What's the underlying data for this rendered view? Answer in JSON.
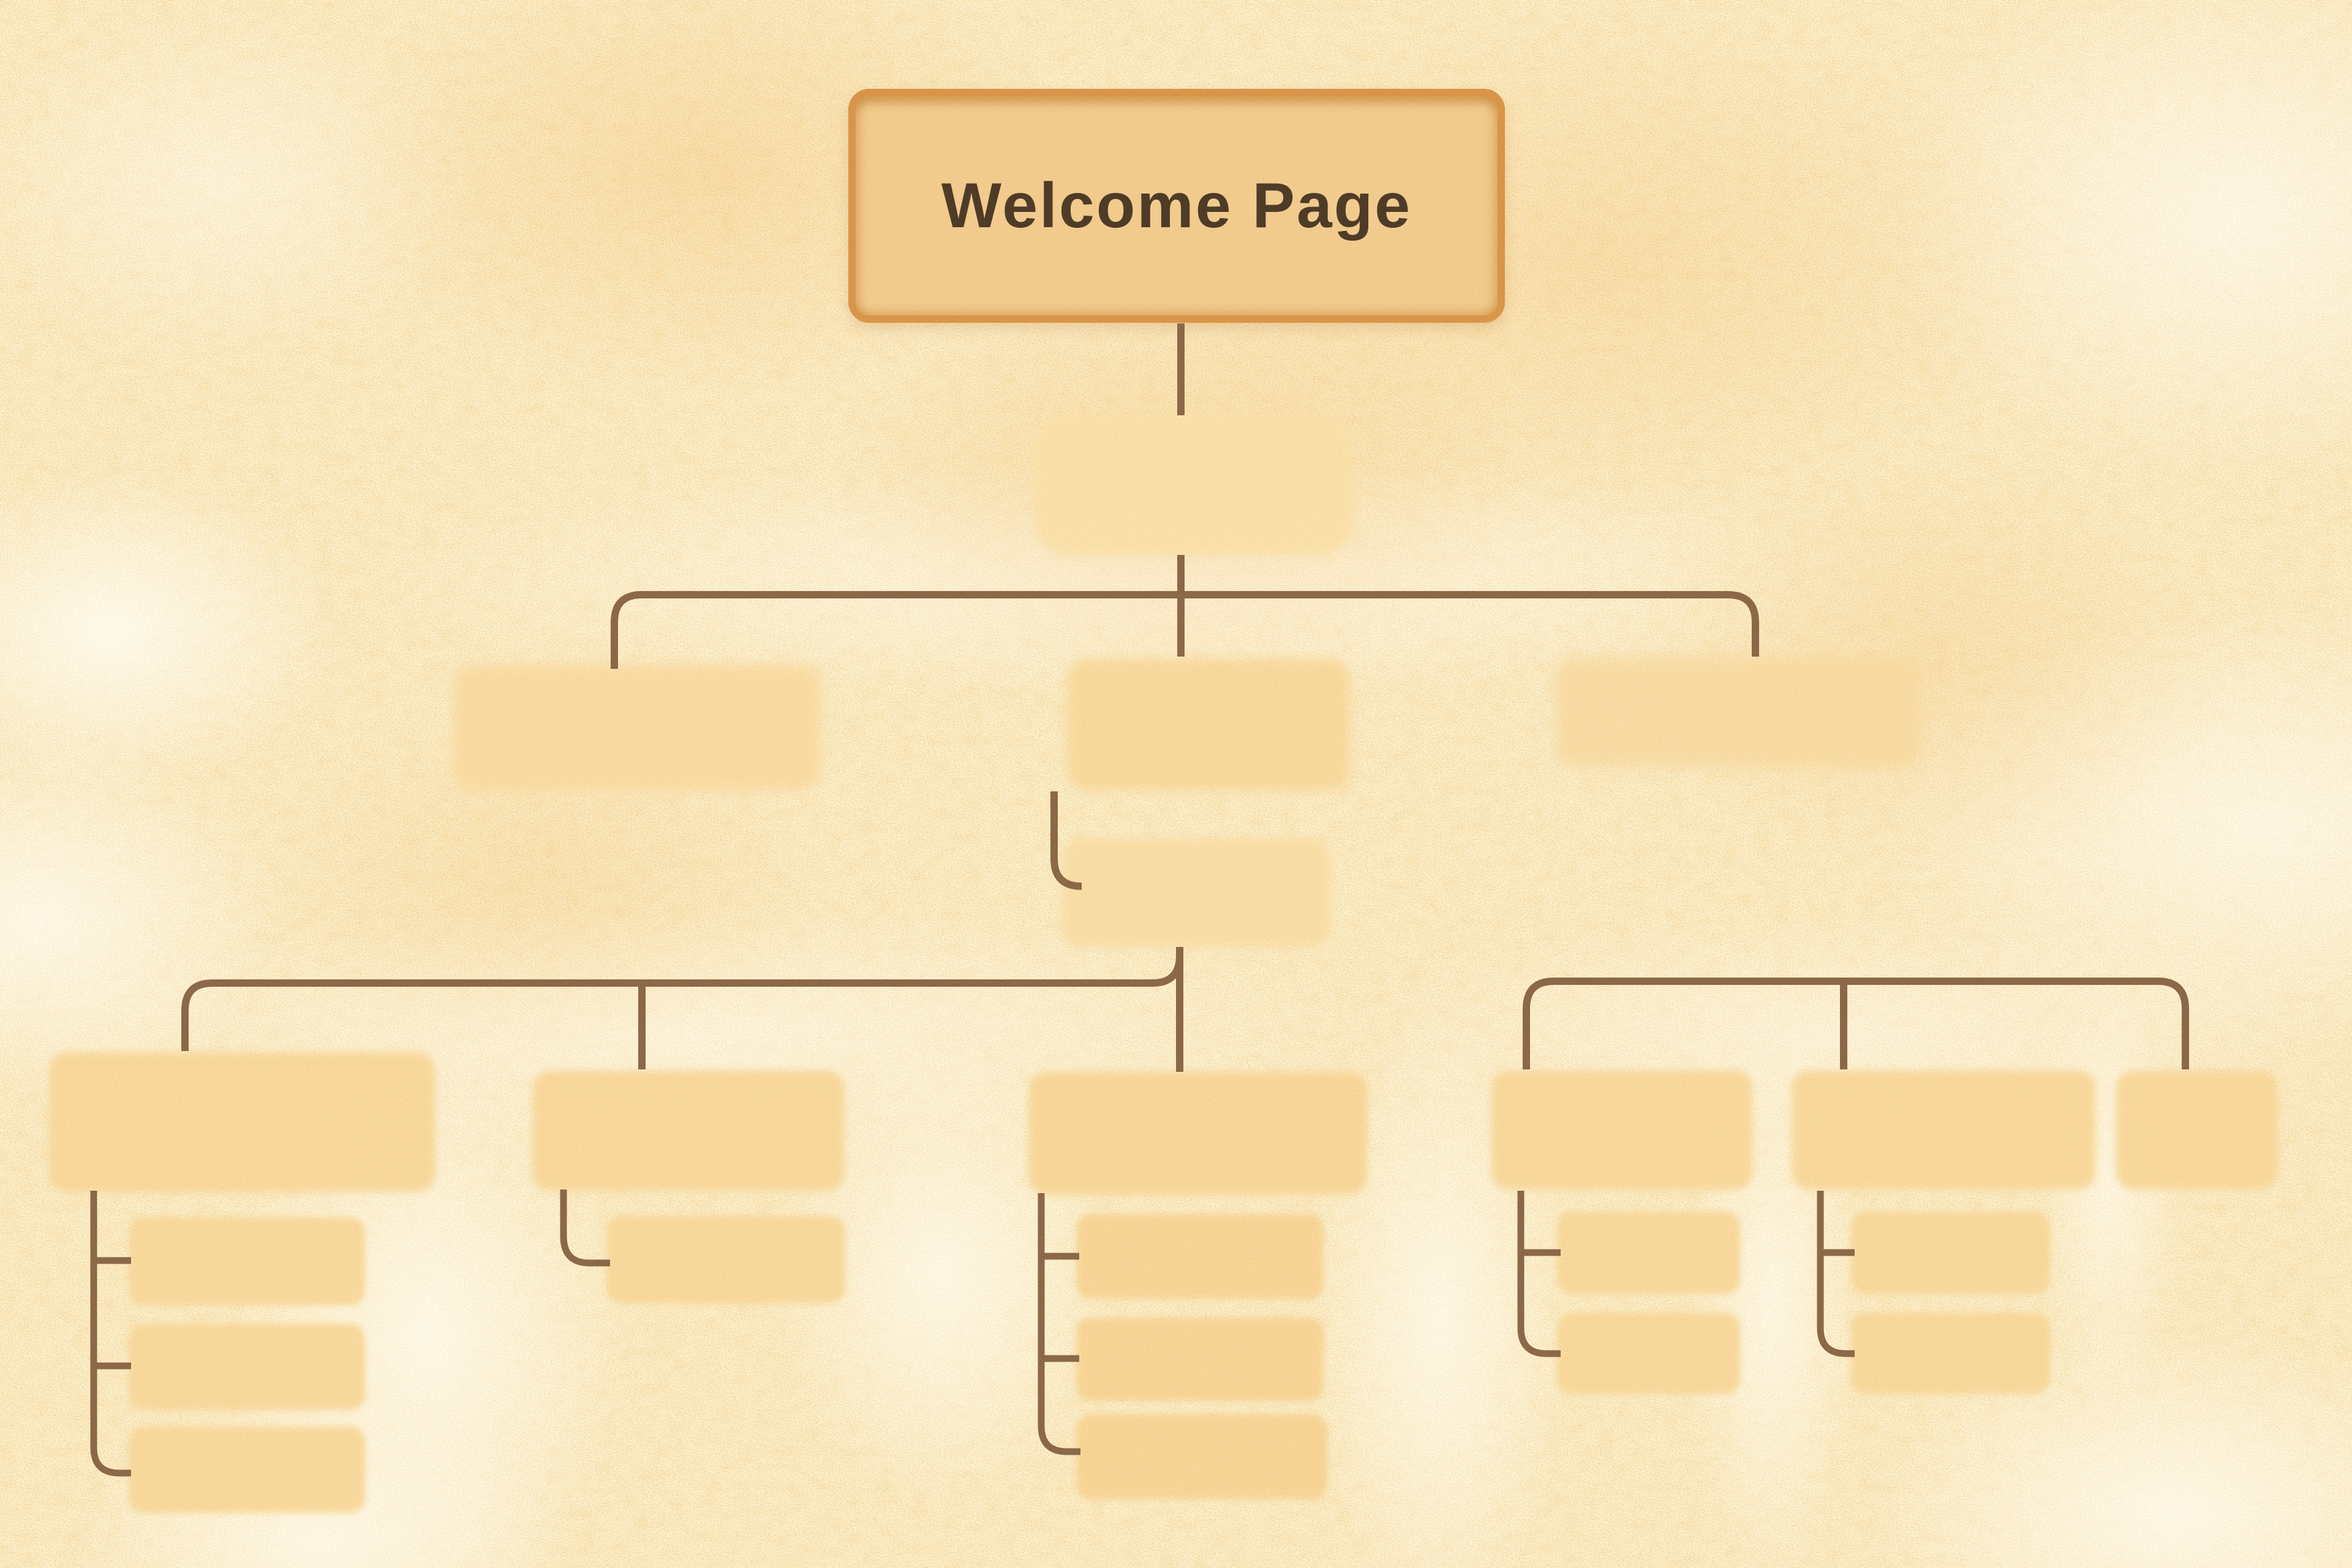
{
  "diagram": {
    "type": "sitemap-flowchart",
    "root": {
      "label": "Welcome Page"
    },
    "palette": {
      "background": "#FBF1D0",
      "speckle": "#E2943A",
      "node_fill": "#F8D99D",
      "root_fill": "#F2CD91",
      "root_border": "#D9974B",
      "root_text": "#4E3C29",
      "connector": "#8B6848"
    },
    "nodes": [
      {
        "id": "welcome-page",
        "label": "Welcome Page",
        "level": 1,
        "parent": null
      },
      {
        "id": "hub",
        "label": "",
        "level": 2,
        "parent": "welcome-page"
      },
      {
        "id": "section-left",
        "label": "",
        "level": 3,
        "parent": "hub"
      },
      {
        "id": "section-center",
        "label": "",
        "level": 3,
        "parent": "hub"
      },
      {
        "id": "section-right",
        "label": "",
        "level": 3,
        "parent": "hub"
      },
      {
        "id": "center-subpage",
        "label": "",
        "level": 3,
        "parent": "section-center"
      },
      {
        "id": "page-a",
        "label": "",
        "level": 4,
        "parent": "center-subpage"
      },
      {
        "id": "page-b",
        "label": "",
        "level": 4,
        "parent": "center-subpage"
      },
      {
        "id": "page-c",
        "label": "",
        "level": 4,
        "parent": "center-subpage"
      },
      {
        "id": "page-d",
        "label": "",
        "level": 4,
        "parent": "right-group-bar"
      },
      {
        "id": "page-e",
        "label": "",
        "level": 4,
        "parent": "right-group-bar"
      },
      {
        "id": "page-f",
        "label": "",
        "level": 4,
        "parent": "right-group-bar"
      },
      {
        "id": "page-a-sub-1",
        "label": "",
        "level": 5,
        "parent": "page-a"
      },
      {
        "id": "page-a-sub-2",
        "label": "",
        "level": 5,
        "parent": "page-a"
      },
      {
        "id": "page-a-sub-3",
        "label": "",
        "level": 5,
        "parent": "page-a"
      },
      {
        "id": "page-b-sub-1",
        "label": "",
        "level": 5,
        "parent": "page-b"
      },
      {
        "id": "page-c-sub-1",
        "label": "",
        "level": 5,
        "parent": "page-c"
      },
      {
        "id": "page-c-sub-2",
        "label": "",
        "level": 5,
        "parent": "page-c"
      },
      {
        "id": "page-c-sub-3",
        "label": "",
        "level": 5,
        "parent": "page-c"
      },
      {
        "id": "page-d-sub-1",
        "label": "",
        "level": 5,
        "parent": "page-d"
      },
      {
        "id": "page-d-sub-2",
        "label": "",
        "level": 5,
        "parent": "page-d"
      },
      {
        "id": "page-e-sub-1",
        "label": "",
        "level": 5,
        "parent": "page-e"
      },
      {
        "id": "page-e-sub-2",
        "label": "",
        "level": 5,
        "parent": "page-e"
      }
    ],
    "connectors": [
      "welcome-page to hub",
      "hub to level-3 bar",
      "level-3 bar with drops to section-left, section-center, section-right",
      "section-center elbow to center-subpage",
      "center-subpage down to page-c",
      "left bar linking center trunk to page-a, page-b, page-c",
      "right bar linking page-d, page-e, page-f",
      "page-a spine to 3 children",
      "page-b elbow to 1 child",
      "page-c spine to 3 children",
      "page-d spine to 2 children",
      "page-e spine to 2 children"
    ]
  }
}
